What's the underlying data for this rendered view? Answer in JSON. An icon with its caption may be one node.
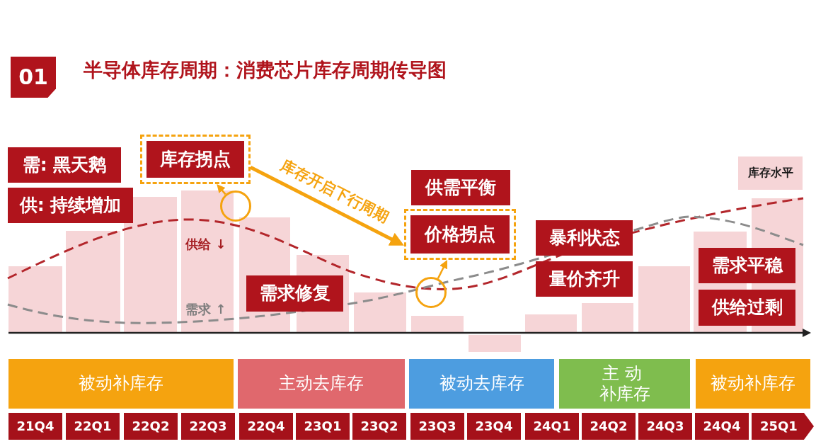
{
  "diagram": {
    "title": "半导体库存周期：消费芯片库存周期传导图",
    "nodes": [
      {
        "text": [
          "01"
        ]
      },
      {
        "text": [
          "需: 黑天鹅"
        ]
      },
      {
        "text": [
          "供: 持续增加"
        ]
      },
      {
        "text": [
          "库存拐点"
        ]
      },
      {
        "text": [],
        "shape": "circle"
      },
      {
        "text": [
          "需求修复"
        ]
      },
      {
        "text": [
          "供需平衡"
        ]
      },
      {
        "text": [
          "价格拐点"
        ]
      },
      {
        "text": [],
        "shape": "circle"
      },
      {
        "text": [
          "暴利状态"
        ]
      },
      {
        "text": [
          "量价齐升"
        ]
      },
      {
        "text": [
          "需求平稳"
        ]
      },
      {
        "text": [
          "供给过剩"
        ]
      },
      {
        "text": [
          "被动补库存"
        ]
      },
      {
        "text": [
          "主动去库存"
        ]
      },
      {
        "text": [
          "被动去库存"
        ]
      },
      {
        "text": [
          "主动补库存"
        ]
      },
      {
        "text": [
          "被动补库存"
        ]
      },
      {
        "text": [
          "21Q4"
        ]
      },
      {
        "text": [
          "22Q1"
        ]
      },
      {
        "text": [
          "22Q2"
        ]
      },
      {
        "text": [
          "22Q3"
        ]
      },
      {
        "text": [
          "22Q4"
        ]
      },
      {
        "text": [
          "23Q1"
        ]
      },
      {
        "text": [
          "23Q2"
        ]
      },
      {
        "text": [
          "23Q3"
        ]
      },
      {
        "text": [
          "23Q4"
        ]
      },
      {
        "text": [
          "24Q1"
        ]
      },
      {
        "text": [
          "24Q2"
        ]
      },
      {
        "text": [
          "24Q3"
        ]
      },
      {
        "text": [
          "24Q4"
        ]
      },
      {
        "text": [
          "25Q1"
        ]
      }
    ],
    "edges": [
      {
        "from": 4,
        "to": 3,
        "arrow": "to"
      },
      {
        "from": 3,
        "to": 7,
        "arrow": "to",
        "label": "库存开启下行周期",
        "style": "thick"
      },
      {
        "from": 8,
        "to": 7,
        "arrow": "to"
      }
    ],
    "labels": [
      "供给 ↓",
      "需求 ↑"
    ],
    "legend": [
      {
        "text": "库存水平",
        "color": "#f6d5d7"
      }
    ]
  }
}
